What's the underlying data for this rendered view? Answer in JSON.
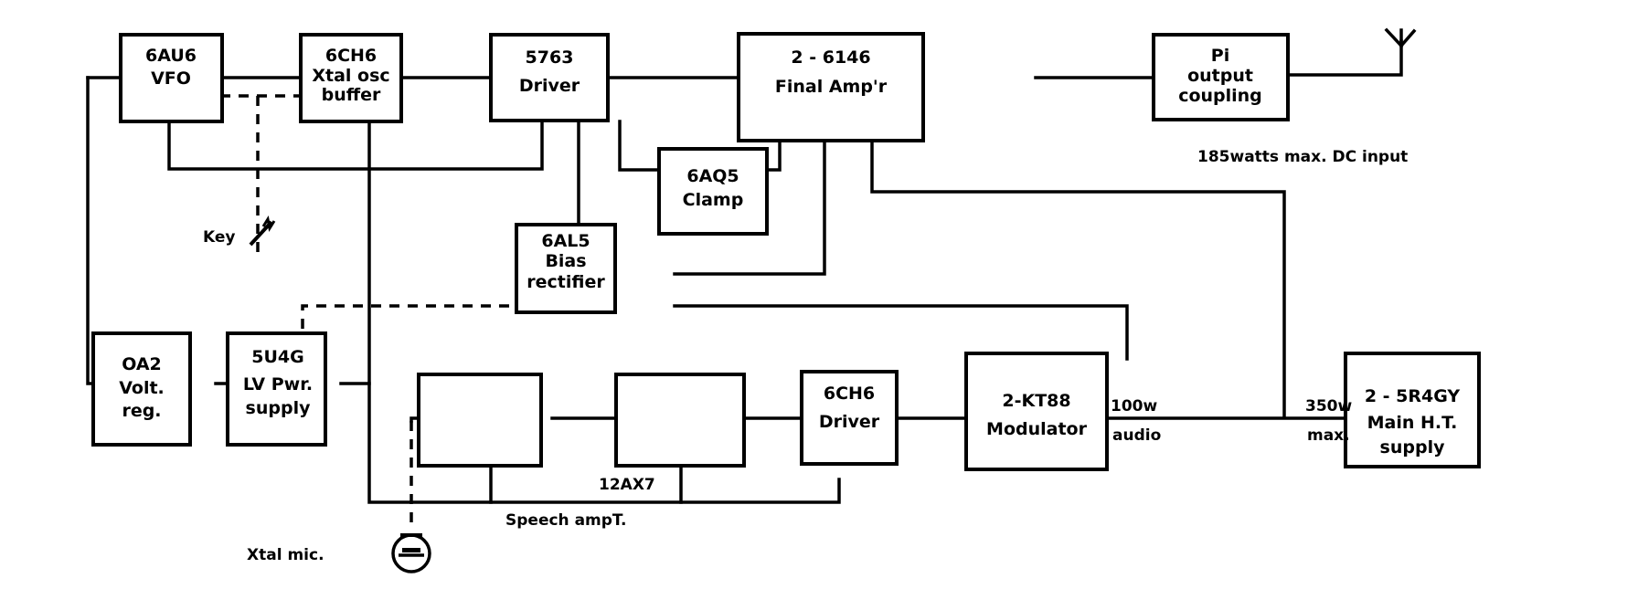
{
  "blocks": {
    "vfo": [
      "6AU6",
      "VFO"
    ],
    "xtal_osc": [
      "6CH6",
      "Xtal osc",
      "buffer"
    ],
    "driver_5763": [
      "5763",
      "Driver"
    ],
    "final_amp": [
      "2 - 6146",
      "Final Amp'r"
    ],
    "pi_coupling": [
      "Pi",
      "output",
      "coupling"
    ],
    "clamp": [
      "6AQ5",
      "Clamp"
    ],
    "bias_rect": [
      "6AL5",
      "Bias",
      "rectifier"
    ],
    "volt_reg": [
      "OA2",
      "Volt.",
      "reg."
    ],
    "lv_supply": [
      "5U4G",
      "LV Pwr.",
      "supply"
    ],
    "speech_amp_1": [],
    "speech_amp_2": [],
    "audio_driver": [
      "6CH6",
      "Driver"
    ],
    "modulator": [
      "2-KT88",
      "Modulator"
    ],
    "ht_supply": [
      "2 - 5R4GY",
      "Main H.T.",
      "supply"
    ]
  },
  "annotations": {
    "dc_input": "185watts  max. DC input",
    "key": "Key",
    "tube_12ax7": "12AX7",
    "speech_amp": "Speech ampT.",
    "audio_power": "100w",
    "audio_word": "audio",
    "ht_power": "350w",
    "ht_max": "max.",
    "mic": "Xtal mic."
  },
  "icons": {
    "antenna": "antenna-icon",
    "key_switch": "key-switch-icon",
    "microphone": "microphone-icon"
  }
}
